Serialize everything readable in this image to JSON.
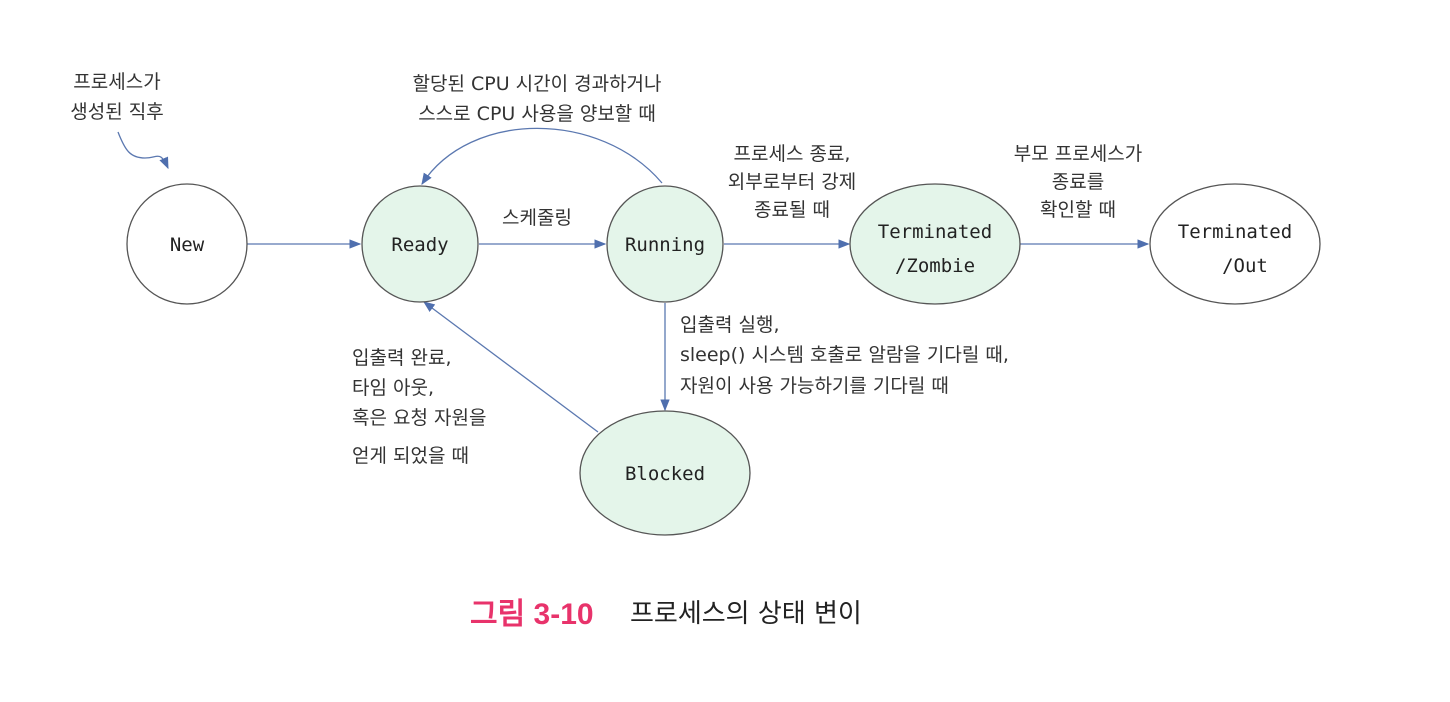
{
  "colors": {
    "active_fill": "#e4f5ea",
    "idle_fill": "#ffffff",
    "arrow": "#5b78b0",
    "caption_accent": "#e8336b"
  },
  "states": {
    "new": "New",
    "ready": "Ready",
    "running": "Running",
    "zombie": [
      "Terminated",
      "/Zombie"
    ],
    "out": [
      "Terminated",
      "/Out"
    ],
    "blocked": "Blocked"
  },
  "labels": {
    "created": [
      "프로세스가",
      "생성된 직후"
    ],
    "timeout": [
      "할당된 CPU 시간이 경과하거나",
      "스스로 CPU 사용을 양보할 때"
    ],
    "scheduling": "스케줄링",
    "terminate": [
      "프로세스 종료,",
      "외부로부터 강제",
      "종료될 때"
    ],
    "parent": [
      "부모 프로세스가",
      "종료를",
      "확인할 때"
    ],
    "io_wait": [
      "입출력 실행,",
      "sleep() 시스템 호출로 알람을 기다릴 때,",
      "자원이 사용 가능하기를 기다릴 때"
    ],
    "io_done": [
      "입출력 완료,",
      "타임 아웃,",
      "혹은 요청 자원을",
      "얻게 되었을 때"
    ]
  },
  "caption": {
    "number": "그림 3-10",
    "title": "프로세스의 상태 변이"
  }
}
